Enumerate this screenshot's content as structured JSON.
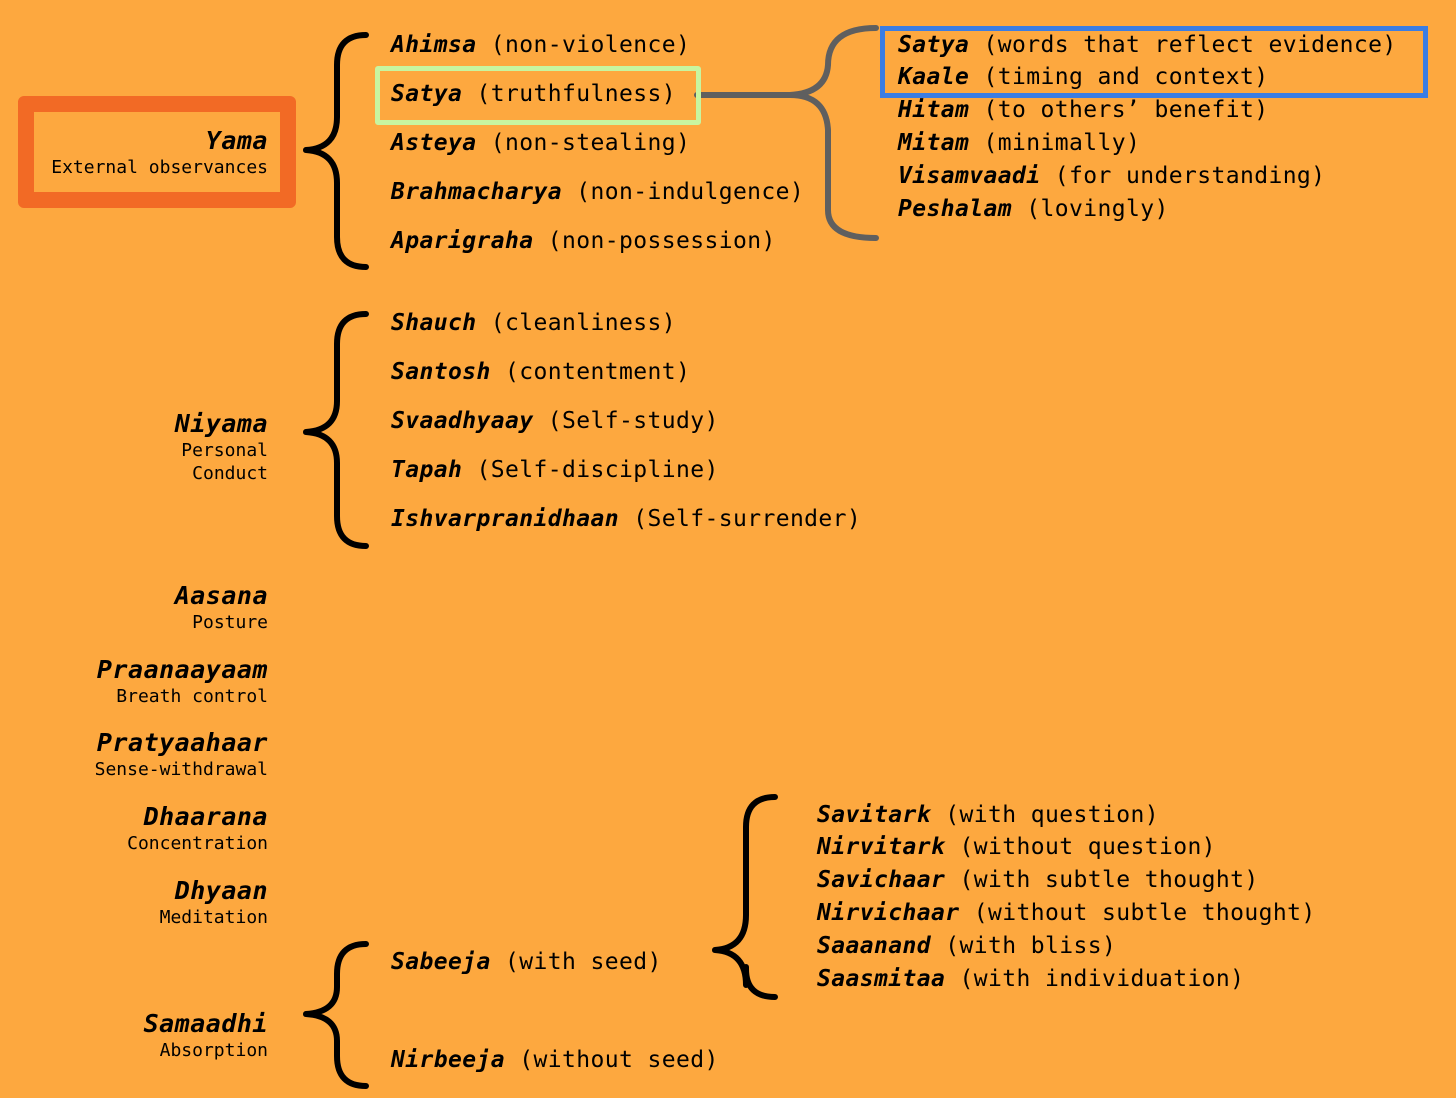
{
  "colors": {
    "background": "#FDA83F",
    "yama_box": "#F26A25",
    "satya_highlight": "#C8F5A0",
    "satya_detail_box": "#3B7DE3",
    "connector": "#5F5F5F"
  },
  "limbs": [
    {
      "name": "Yama",
      "desc": [
        "External observances"
      ]
    },
    {
      "name": "Niyama",
      "desc": [
        "Personal",
        "Conduct"
      ]
    },
    {
      "name": "Aasana",
      "desc": [
        "Posture"
      ]
    },
    {
      "name": "Praanaayaam",
      "desc": [
        "Breath control"
      ]
    },
    {
      "name": "Pratyaahaar",
      "desc": [
        "Sense-withdrawal"
      ]
    },
    {
      "name": "Dhaarana",
      "desc": [
        "Concentration"
      ]
    },
    {
      "name": "Dhyaan",
      "desc": [
        "Meditation"
      ]
    },
    {
      "name": "Samaadhi",
      "desc": [
        "Absorption"
      ]
    }
  ],
  "yama_items": [
    {
      "term": "Ahimsa",
      "meaning": "(non-violence)"
    },
    {
      "term": "Satya",
      "meaning": "(truthfulness)"
    },
    {
      "term": "Asteya",
      "meaning": "(non-stealing)"
    },
    {
      "term": "Brahmacharya",
      "meaning": "(non-indulgence)"
    },
    {
      "term": "Aparigraha",
      "meaning": "(non-possession)"
    }
  ],
  "satya_items": [
    {
      "term": "Satya",
      "meaning": "(words that reflect evidence)"
    },
    {
      "term": "Kaale",
      "meaning": "(timing and context)"
    },
    {
      "term": "Hitam",
      "meaning": "(to others’ benefit)"
    },
    {
      "term": "Mitam",
      "meaning": "(minimally)"
    },
    {
      "term": "Visamvaadi",
      "meaning": "(for understanding)"
    },
    {
      "term": "Peshalam",
      "meaning": "(lovingly)"
    }
  ],
  "niyama_items": [
    {
      "term": "Shauch",
      "meaning": "(cleanliness)"
    },
    {
      "term": "Santosh",
      "meaning": "(contentment)"
    },
    {
      "term": "Svaadhyaay",
      "meaning": "(Self-study)"
    },
    {
      "term": "Tapah",
      "meaning": "(Self-discipline)"
    },
    {
      "term": "Ishvarpranidhaan",
      "meaning": "(Self-surrender)"
    }
  ],
  "samaadhi_items": [
    {
      "term": "Sabeeja",
      "meaning": "(with seed)"
    },
    {
      "term": "Nirbeeja",
      "meaning": "(without seed)"
    }
  ],
  "sabeeja_items": [
    {
      "term": "Savitark",
      "meaning": "(with question)"
    },
    {
      "term": "Nirvitark",
      "meaning": "(without question)"
    },
    {
      "term": "Savichaar",
      "meaning": "(with subtle thought)"
    },
    {
      "term": "Nirvichaar",
      "meaning": "(without subtle thought)"
    },
    {
      "term": "Saaanand",
      "meaning": "(with bliss)"
    },
    {
      "term": "Saasmitaa",
      "meaning": "(with individuation)"
    }
  ]
}
